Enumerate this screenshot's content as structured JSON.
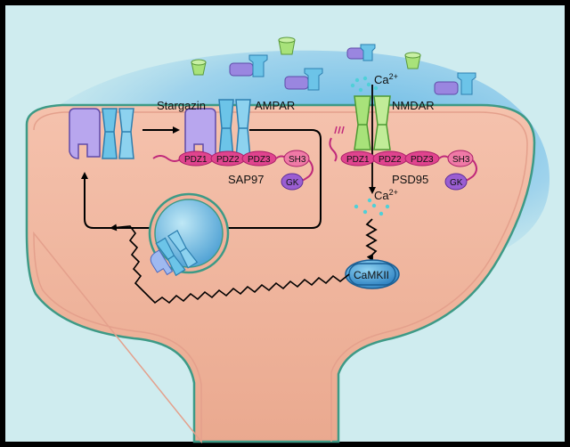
{
  "labels": {
    "stargazin": "Stargazin",
    "ampar": "AMPAR",
    "nmdar": "NMDAR",
    "sap97": "SAP97",
    "psd95": "PSD95",
    "camkii": "CaMKII",
    "ca_top_base": "Ca",
    "ca_top_sup": "2+",
    "ca_mid_base": "Ca",
    "ca_mid_sup": "2+",
    "sap97_pdz1": "PDZ1",
    "sap97_pdz2": "PDZ2",
    "sap97_pdz3": "PDZ3",
    "sap97_sh3": "SH3",
    "sap97_gk": "GK",
    "psd95_pdz1": "PDZ1",
    "psd95_pdz2": "PDZ2",
    "psd95_pdz3": "PDZ3",
    "psd95_sh3": "SH3",
    "psd95_gk": "GK"
  },
  "colors": {
    "background": "#c7e9ec",
    "cleft_blue": "#7cc3e6",
    "cytoplasm": "#f2b6a0",
    "membrane_green": "#3d9a86",
    "ampar_blue": "#6cc4e8",
    "stargazin_purple": "#b8a6ee",
    "nmdar_green": "#a8e27a",
    "pdz_magenta": "#e0448e",
    "gk_purple": "#9a5ed2",
    "camkii_blue": "#4aa6d9"
  }
}
